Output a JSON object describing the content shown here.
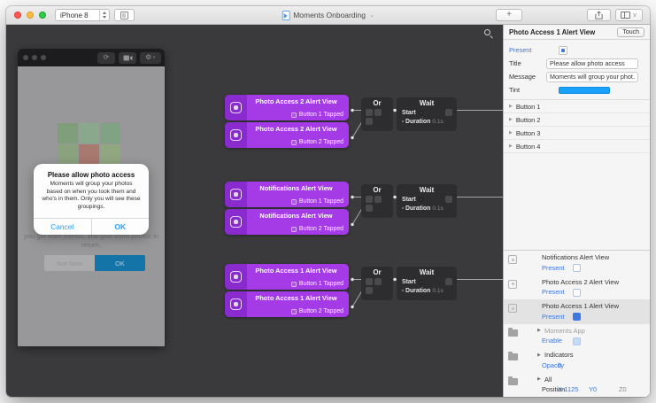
{
  "colors": {
    "node_purple": "#a43be6",
    "node_purple_dark": "#8a2bd0",
    "panel_link_blue": "#3c78e0",
    "ios_dialog_blue": "#2b9cf2",
    "tint_swatch": "#18a0fb",
    "phone_ok_blue": "#1474a8"
  },
  "toolbar": {
    "device": "iPhone 8",
    "title": "Moments Onboarding",
    "add": "+"
  },
  "phone": {
    "dialog": {
      "title": "Please allow photo access",
      "message": "Moments will group your photos based on when you took them and who's in them. Only you will see these groupings.",
      "cancel": "Cancel",
      "ok": "OK"
    },
    "background_text": "you get from friends, and give them photos in return.",
    "not_now": "Not Now",
    "ok": "OK"
  },
  "canvas": {
    "groups": [
      {
        "title": "Photo Access 2 Alert View",
        "event1": "Button 1 Tapped",
        "event2": "Button 2 Tapped",
        "or": "Or",
        "wait": "Wait",
        "start": "Start",
        "duration": "Duration",
        "duration_value": "0.1s"
      },
      {
        "title": "Notifications Alert View",
        "event1": "Button 1 Tapped",
        "event2": "Button 2 Tapped",
        "or": "Or",
        "wait": "Wait",
        "start": "Start",
        "duration": "Duration",
        "duration_value": "0.1s"
      },
      {
        "title": "Photo Access 1 Alert View",
        "event1": "Button 1 Tapped",
        "event2": "Button 2 Tapped",
        "or": "Or",
        "wait": "Wait",
        "start": "Start",
        "duration": "Duration",
        "duration_value": "0.1s"
      }
    ]
  },
  "inspector": {
    "title": "Photo Access 1 Alert View",
    "mode": "Touch",
    "present_label": "Present",
    "title_label": "Title",
    "title_value": "Please allow photo access",
    "message_label": "Message",
    "message_value": "Moments will group your phot…",
    "tint_label": "Tint",
    "buttons": [
      "Button 1",
      "Button 2",
      "Button 3",
      "Button 4"
    ],
    "layers": [
      {
        "name": "Notifications Alert View",
        "key": "Present"
      },
      {
        "name": "Photo Access 2 Alert View",
        "key": "Present"
      },
      {
        "name": "Photo Access 1 Alert View",
        "key": "Present"
      },
      {
        "name": "Moments App",
        "key": "Enable"
      },
      {
        "name": "Indicators",
        "key": "Opacity",
        "value": "0"
      },
      {
        "name": "All",
        "key": "Position",
        "x": "X-1125",
        "y": "Y0",
        "z": "Z0"
      }
    ]
  }
}
